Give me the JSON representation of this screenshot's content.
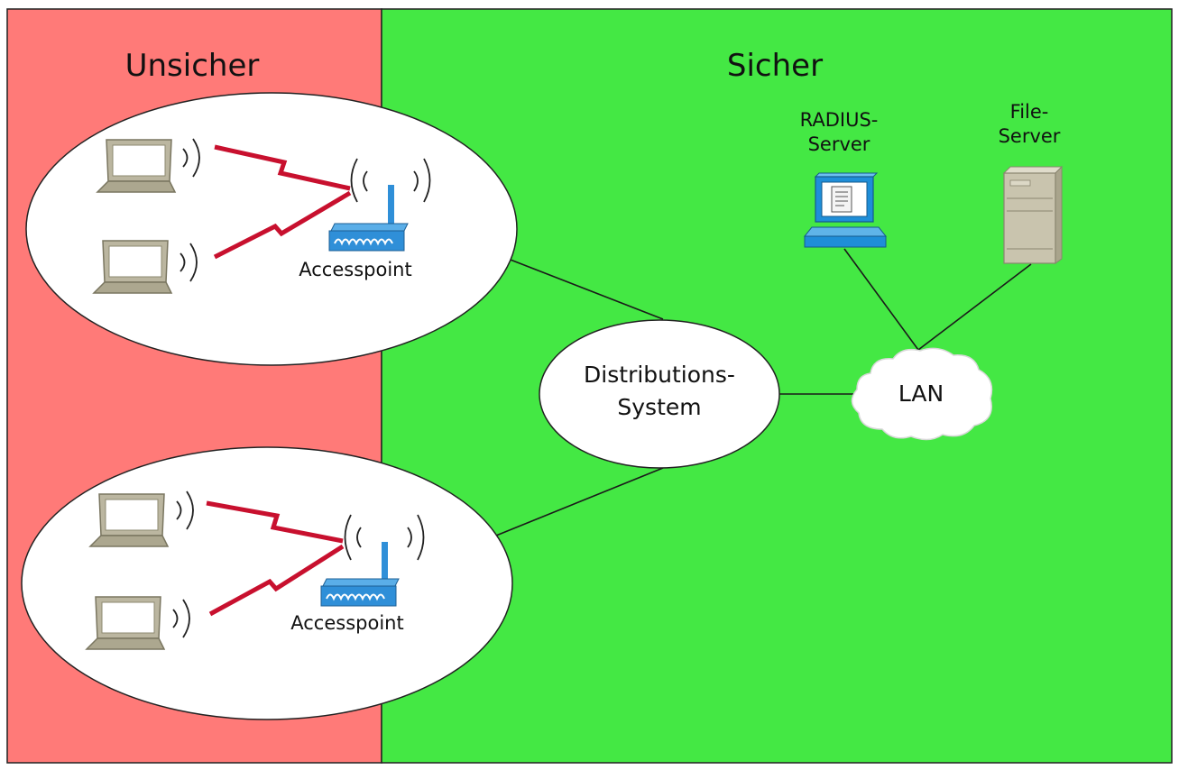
{
  "zones": {
    "unsafe": {
      "label": "Unsicher",
      "color": "#ff7a78"
    },
    "safe": {
      "label": "Sicher",
      "color": "#44e844"
    }
  },
  "cells": [
    {
      "access_point_label": "Accesspoint",
      "clients": 2
    },
    {
      "access_point_label": "Accesspoint",
      "clients": 2
    }
  ],
  "distribution": {
    "line1": "Distributions-",
    "line2": "System"
  },
  "lan": {
    "label": "LAN"
  },
  "servers": {
    "radius": {
      "line1": "RADIUS-",
      "line2": "Server"
    },
    "file": {
      "line1": "File-",
      "line2": "Server"
    }
  },
  "colors": {
    "wireless_link": "#c8102e",
    "access_point": "#2f8fd8",
    "laptop": "#bbb6a0",
    "workstation": "#1f8ed8",
    "file_server": "#c9c4ae"
  },
  "icons": [
    "laptop-icon",
    "wireless-signal-icon",
    "access-point-icon",
    "workstation-icon",
    "server-tower-icon",
    "cloud-icon"
  ]
}
